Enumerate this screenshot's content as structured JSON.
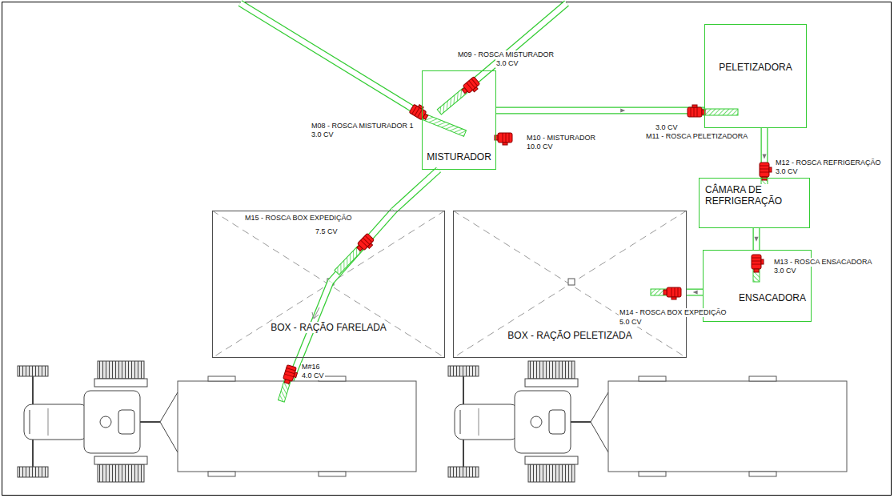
{
  "diagram": {
    "nodes": [
      {
        "text": [
          "MISTURADOR"
        ]
      },
      {
        "text": [
          "PELETIZADORA"
        ]
      },
      {
        "text": [
          "CÂMARA DE REFRIGERAÇÃO"
        ]
      },
      {
        "text": [
          "ENSACADORA"
        ]
      },
      {
        "text": [
          "BOX - RAÇÃO FARELADA"
        ]
      },
      {
        "text": [
          "BOX - RAÇÃO PELETIZADA"
        ]
      }
    ],
    "edges": [
      {
        "from": 0,
        "to": 1,
        "arrow": "to"
      },
      {
        "from": 1,
        "to": 2,
        "arrow": "to"
      },
      {
        "from": 2,
        "to": 3,
        "arrow": "to"
      },
      {
        "from": 3,
        "to": 5,
        "arrow": "to"
      },
      {
        "from": 0,
        "to": 4,
        "arrow": "none"
      }
    ],
    "labels": [
      "M08 - ROSCA MISTURADOR 1",
      "3.0 CV",
      "M09 - ROSCA MISTURADOR",
      "3.0 CV",
      "M10 - MISTURADOR",
      "10.0 CV",
      "3.0 CV",
      "M11 - ROSCA PELETIZADORA",
      "M12 - ROSCA REFRIGERAÇÃO",
      "3.0 CV",
      "M13 - ROSCA ENSACADORA",
      "3.0 CV",
      "M15 - ROSCA BOX EXPEDIÇÃO",
      "7.5 CV",
      "M14 - ROSCA BOX EXPEDIÇÃO",
      "5.0 CV",
      "M#16",
      "4.0 CV"
    ]
  }
}
